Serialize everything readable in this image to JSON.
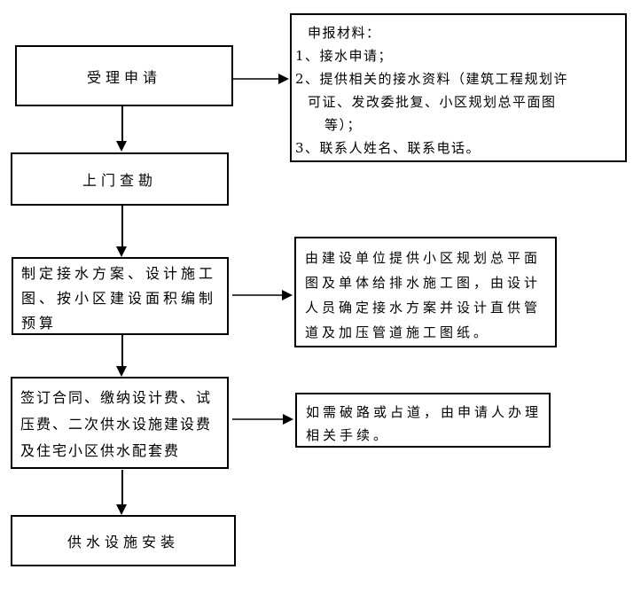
{
  "flowchart": {
    "steps": [
      {
        "label": "受理申请"
      },
      {
        "label": "上门查勘"
      },
      {
        "lines": [
          "制定接水方案、设计施工",
          "图、按小区建设面积编制",
          "预算"
        ]
      },
      {
        "lines": [
          "签订合同、缴纳设计费、试",
          "压费、二次供水设施建设费",
          "及住宅小区供水配套费"
        ]
      },
      {
        "label": "供水设施安装"
      }
    ],
    "notes": [
      {
        "lines": [
          "申报材料：",
          "1、接水申请；",
          "2、提供相关的接水资料（建筑工程规划许",
          "可证、发改委批复、小区规划总平面图",
          "等）；",
          "3、联系人姓名、联系电话。"
        ]
      },
      {
        "lines": [
          "由建设单位提供小区规划总平面",
          "图及单体给排水施工图，由设计",
          "人员确定接水方案并设计直供管",
          "道及加压管道施工图纸。"
        ]
      },
      {
        "lines": [
          "如需破路或占道，由申请人办理",
          "相关手续。"
        ]
      }
    ],
    "colors": {
      "border": "#000000",
      "text": "#000000",
      "background": "#ffffff",
      "arrow": "#000000"
    }
  }
}
